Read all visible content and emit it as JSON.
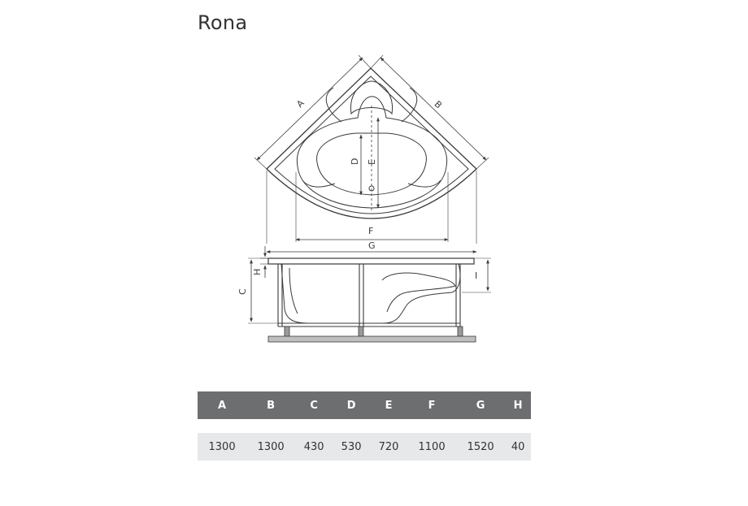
{
  "title": "Rona",
  "labels": {
    "a": "A",
    "b": "B",
    "c": "C",
    "d": "D",
    "e": "E",
    "f": "F",
    "g": "G",
    "h": "H",
    "i": "I"
  },
  "table": {
    "headers": [
      "A",
      "B",
      "C",
      "D",
      "E",
      "F",
      "G",
      "H"
    ],
    "values": [
      "1300",
      "1300",
      "430",
      "530",
      "720",
      "1100",
      "1520",
      "40"
    ]
  },
  "colors": {
    "header_bg": "#6d6e70",
    "value_bg": "#e7e8e9",
    "line": "#3a3a3a"
  }
}
